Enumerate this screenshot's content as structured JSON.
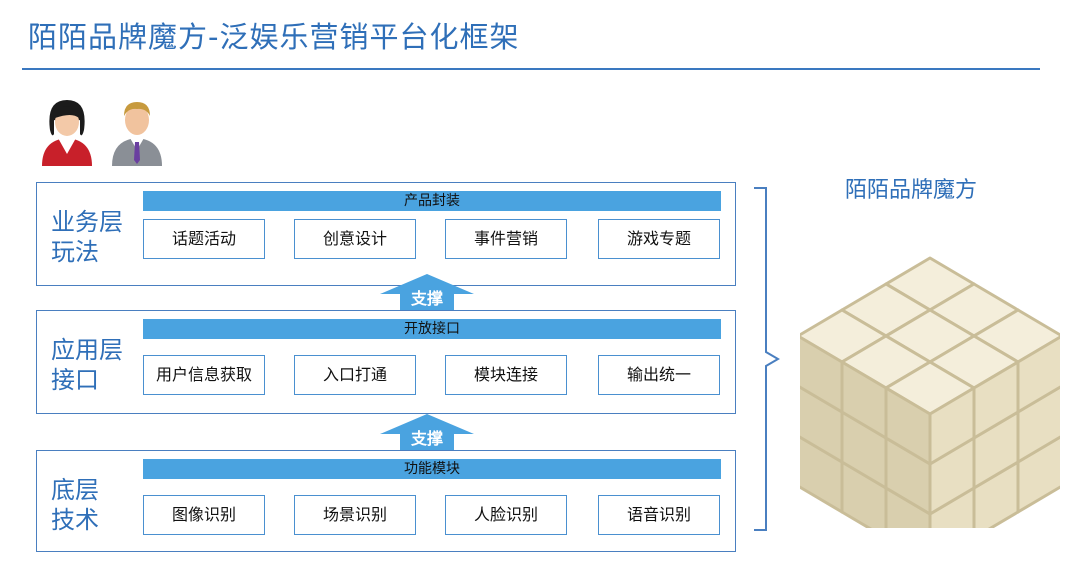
{
  "page": {
    "title": "陌陌品牌魔方-泛娱乐营销平台化框架"
  },
  "avatars": [
    "female-user",
    "male-user"
  ],
  "layers": [
    {
      "label_line1": "业务层",
      "label_line2": "玩法",
      "bar": "产品封装",
      "items": [
        "话题活动",
        "创意设计",
        "事件营销",
        "游戏专题"
      ]
    },
    {
      "label_line1": "应用层",
      "label_line2": "接口",
      "bar": "开放接口",
      "items": [
        "用户信息获取",
        "入口打通",
        "模块连接",
        "输出统一"
      ]
    },
    {
      "label_line1": "底层",
      "label_line2": "技术",
      "bar": "功能模块",
      "items": [
        "图像识别",
        "场景识别",
        "人脸识别",
        "语音识别"
      ]
    }
  ],
  "arrows": [
    "支撑",
    "支撑"
  ],
  "cube": {
    "title": "陌陌品牌魔方"
  },
  "colors": {
    "accent": "#2f6fb8",
    "bar": "#4aa3e0",
    "cube": "#efe6cc"
  }
}
